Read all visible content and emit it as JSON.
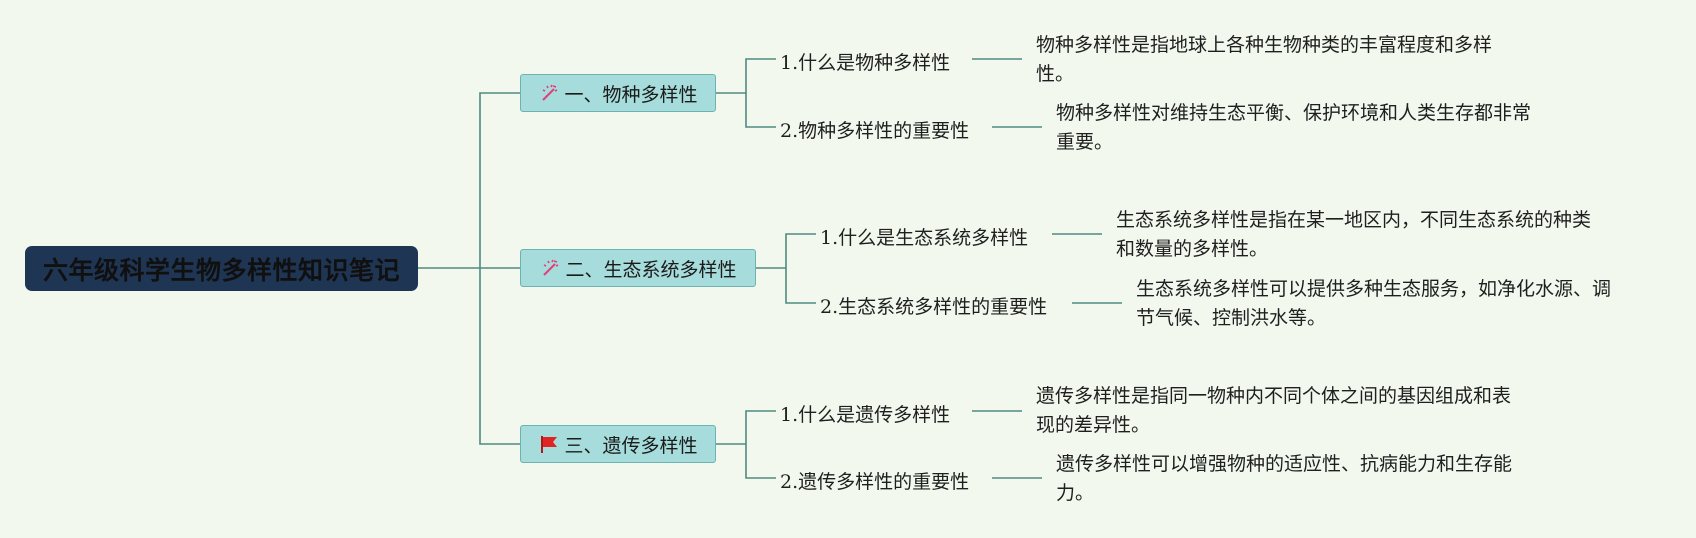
{
  "root": {
    "title": "六年级科学生物多样性知识笔记"
  },
  "branches": [
    {
      "label": "一、物种多样性",
      "icon": "sparkle-icon",
      "subs": [
        {
          "label": "1.什么是物种多样性",
          "detail": [
            "物种多样性是指地球上各种生物种类的丰富程度和多样",
            "性。"
          ]
        },
        {
          "label": "2.物种多样性的重要性",
          "detail": [
            "物种多样性对维持生态平衡、保护环境和人类生存都非常",
            "重要。"
          ]
        }
      ]
    },
    {
      "label": "二、生态系统多样性",
      "icon": "sparkle-icon",
      "subs": [
        {
          "label": "1.什么是生态系统多样性",
          "detail": [
            "生态系统多样性是指在某一地区内，不同生态系统的种类",
            "和数量的多样性。"
          ]
        },
        {
          "label": "2.生态系统多样性的重要性",
          "detail": [
            "生态系统多样性可以提供多种生态服务，如净化水源、调",
            "节气候、控制洪水等。"
          ]
        }
      ]
    },
    {
      "label": "三、遗传多样性",
      "icon": "red-flag-icon",
      "subs": [
        {
          "label": "1.什么是遗传多样性",
          "detail": [
            "遗传多样性是指同一物种内不同个体之间的基因组成和表",
            "现的差异性。"
          ]
        },
        {
          "label": "2.遗传多样性的重要性",
          "detail": [
            "遗传多样性可以增强物种的适应性、抗病能力和生存能",
            "力。"
          ]
        }
      ]
    }
  ],
  "colors": {
    "background": "#f2f8ee",
    "root_fill": "#1f3554",
    "branch_fill": "#a6dcdb",
    "connector": "#4f8a80"
  }
}
